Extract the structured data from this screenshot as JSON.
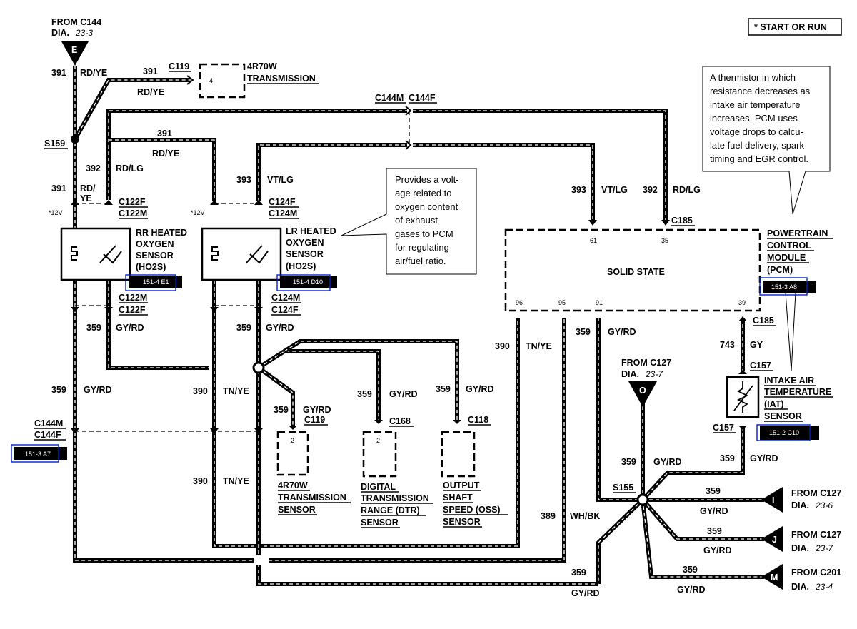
{
  "start_or_run": "* START OR RUN",
  "from_c144": {
    "title": "FROM C144",
    "dia_prefix": "DIA.",
    "dia": "23-3",
    "letter": "E"
  },
  "from_c127_o": {
    "title": "FROM C127",
    "dia_prefix": "DIA.",
    "dia": "23-7",
    "letter": "O"
  },
  "from_c127_i": {
    "title": "FROM C127",
    "dia_prefix": "DIA.",
    "dia": "23-6",
    "letter": "I"
  },
  "from_c127_j": {
    "title": "FROM C127",
    "dia_prefix": "DIA.",
    "dia": "23-7",
    "letter": "J"
  },
  "from_c201_m": {
    "title": "FROM C201",
    "dia_prefix": "DIA.",
    "dia": "23-4",
    "letter": "M"
  },
  "note_thermistor": [
    "A thermistor in which",
    "resistance decreases as",
    "intake air temperature",
    "increases. PCM uses",
    "voltage drops to calcu-",
    "late fuel delivery, spark",
    "timing and EGR control."
  ],
  "note_o2": [
    "Provides a volt-",
    "age related to",
    "oxygen content",
    "of exhaust",
    "gases to PCM",
    "for regulating",
    "air/fuel ratio."
  ],
  "trans_top": {
    "connector": "C119",
    "pin": "4",
    "name1": "4R70W",
    "name2": "TRANSMISSION"
  },
  "rr_sensor": {
    "name": [
      "RR HEATED",
      "OXYGEN",
      "SENSOR",
      "(HO2S)"
    ],
    "ref": "151-4 E1",
    "plus": "*12V",
    "conn_top": [
      "C122F",
      "C122M"
    ],
    "conn_bot": [
      "C122M",
      "C122F"
    ]
  },
  "lr_sensor": {
    "name": [
      "LR HEATED",
      "OXYGEN",
      "SENSOR",
      "(HO2S)"
    ],
    "ref": "151-4 D10",
    "plus": "*12V",
    "conn_top": [
      "C124F",
      "C124M"
    ],
    "conn_bot": [
      "C124M",
      "C124F"
    ]
  },
  "pcm": {
    "name": [
      "POWERTRAIN",
      "CONTROL",
      "MODULE",
      "(PCM)"
    ],
    "ref": "151-3 A8",
    "body": "SOLID STATE",
    "conn_top": "C185",
    "conn_bot": "C185",
    "pins_top": [
      "61",
      "35"
    ],
    "pins_bot": [
      "96",
      "95",
      "91",
      "39"
    ]
  },
  "iat": {
    "name": [
      "INTAKE AIR",
      "TEMPERATURE",
      "(IAT)",
      "SENSOR"
    ],
    "ref": "151-2 C10",
    "conn_top": "C157",
    "conn_bot": "C157"
  },
  "c144m": "C144M",
  "c144f": "C144F",
  "c144m_ref": "151-3 A7",
  "splices": {
    "s159": "S159",
    "s155": "S155"
  },
  "sensors_bottom": [
    {
      "connector": "C119",
      "pin": "2",
      "name": [
        "4R70W",
        "TRANSMISSION",
        "SENSOR"
      ]
    },
    {
      "connector": "C168",
      "pin": "2",
      "name": [
        "DIGITAL",
        "TRANSMISSION",
        "RANGE (DTR)",
        "SENSOR"
      ]
    },
    {
      "connector": "C118",
      "pin": "",
      "name": [
        "OUTPUT",
        "SHAFT",
        "SPEED (OSS)",
        "SENSOR"
      ]
    }
  ],
  "wire_labels": {
    "c391": "391",
    "rdye": "RD/YE",
    "rdlg": "RD/LG",
    "c392": "392",
    "c393": "393",
    "vtlg": "VT/LG",
    "rd_slash": "RD/",
    "ye": "YE",
    "c359": "359",
    "gyrd": "GY/RD",
    "c390": "390",
    "tnye": "TN/YE",
    "c389": "389",
    "whbk": "WH/BK",
    "c743": "743",
    "gy": "GY"
  }
}
